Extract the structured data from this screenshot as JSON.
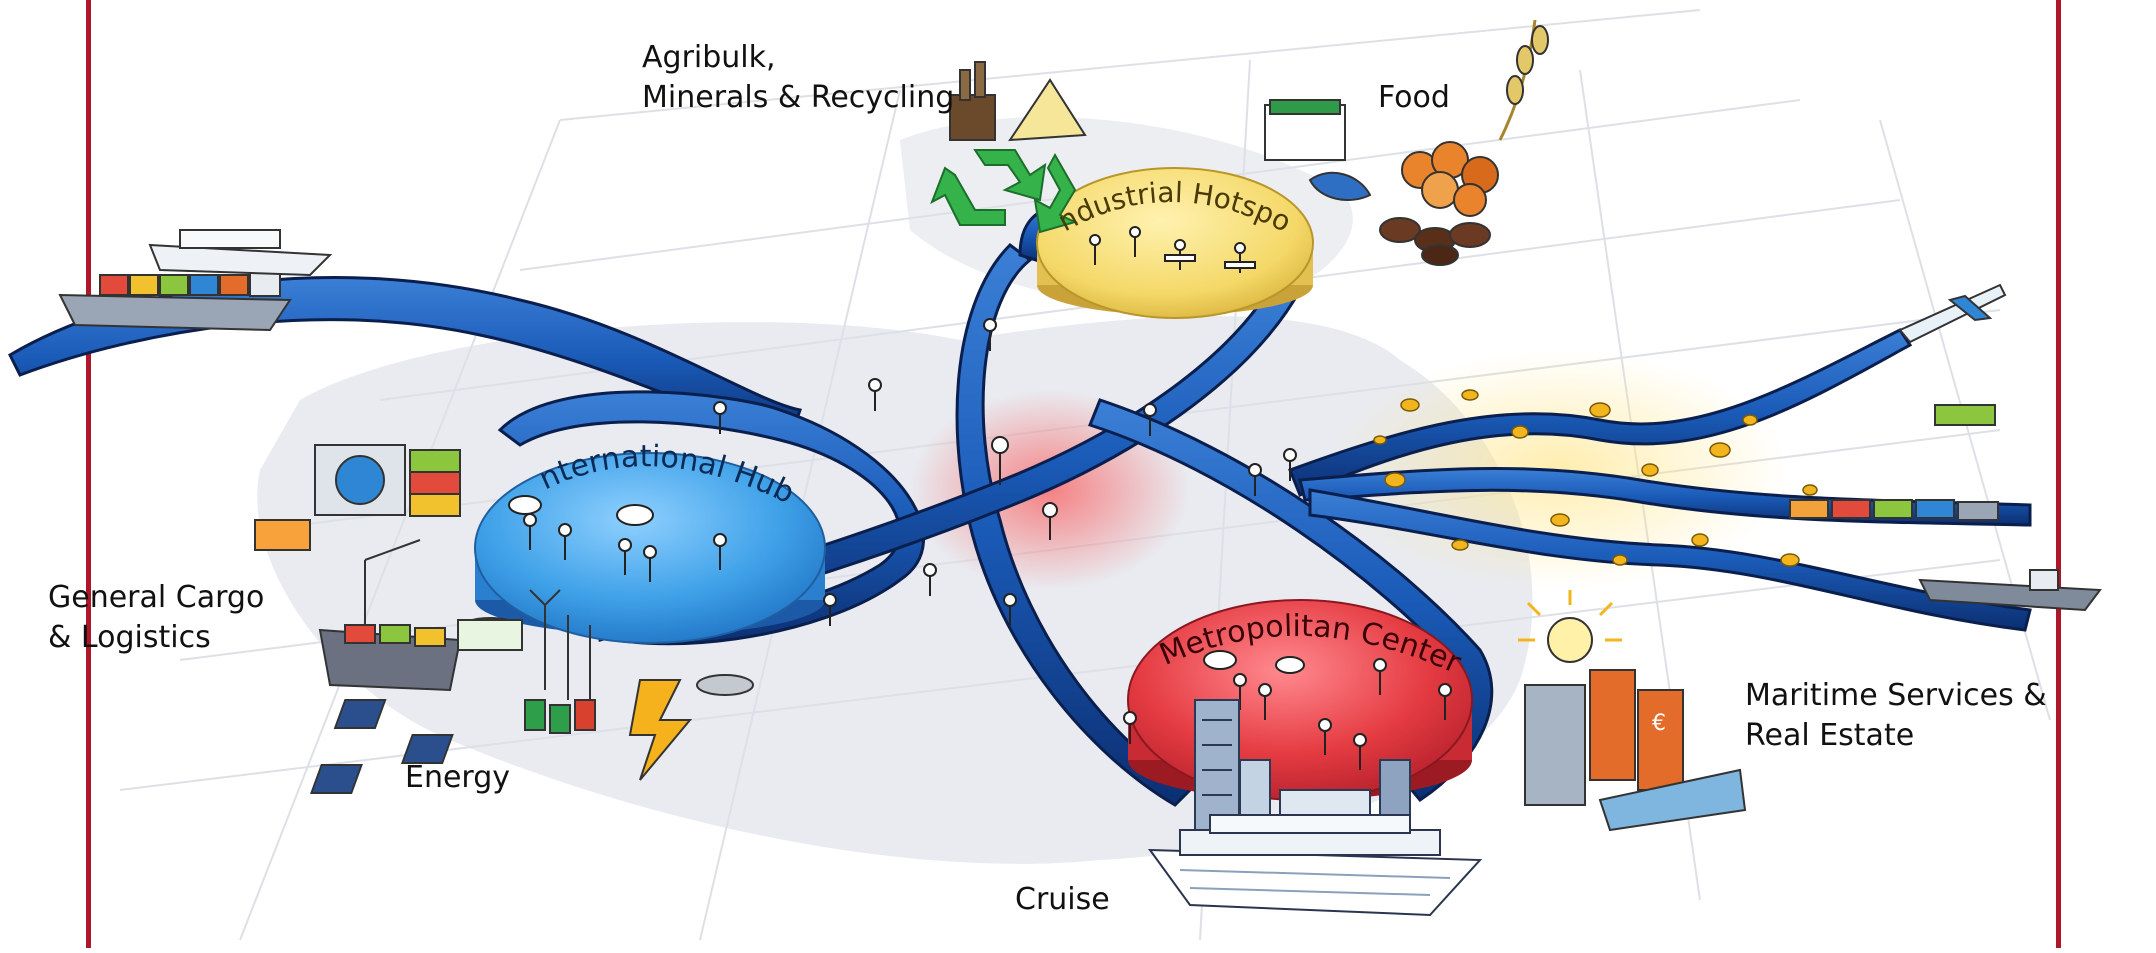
{
  "hubs": {
    "industrial": "Industrial Hotspot",
    "international": "International Hub",
    "metropolitan": "Metropolitan Center"
  },
  "labels": {
    "agribulk": "Agribulk,\nMinerals & Recycling",
    "food": "Food",
    "general_cargo": "General Cargo\n& Logistics",
    "energy": "Energy",
    "maritime": "Maritime Services &\nReal Estate",
    "cruise": "Cruise"
  },
  "colors": {
    "frame": "#b0162a",
    "ribbon": "#1a5bb8",
    "ribbon_dark": "#0c2f72",
    "hub_blue": "#3fa1e8",
    "hub_yellow": "#f4d868",
    "hub_red": "#e53b42",
    "recycle": "#35b24a",
    "gold": "#f2b51e"
  }
}
